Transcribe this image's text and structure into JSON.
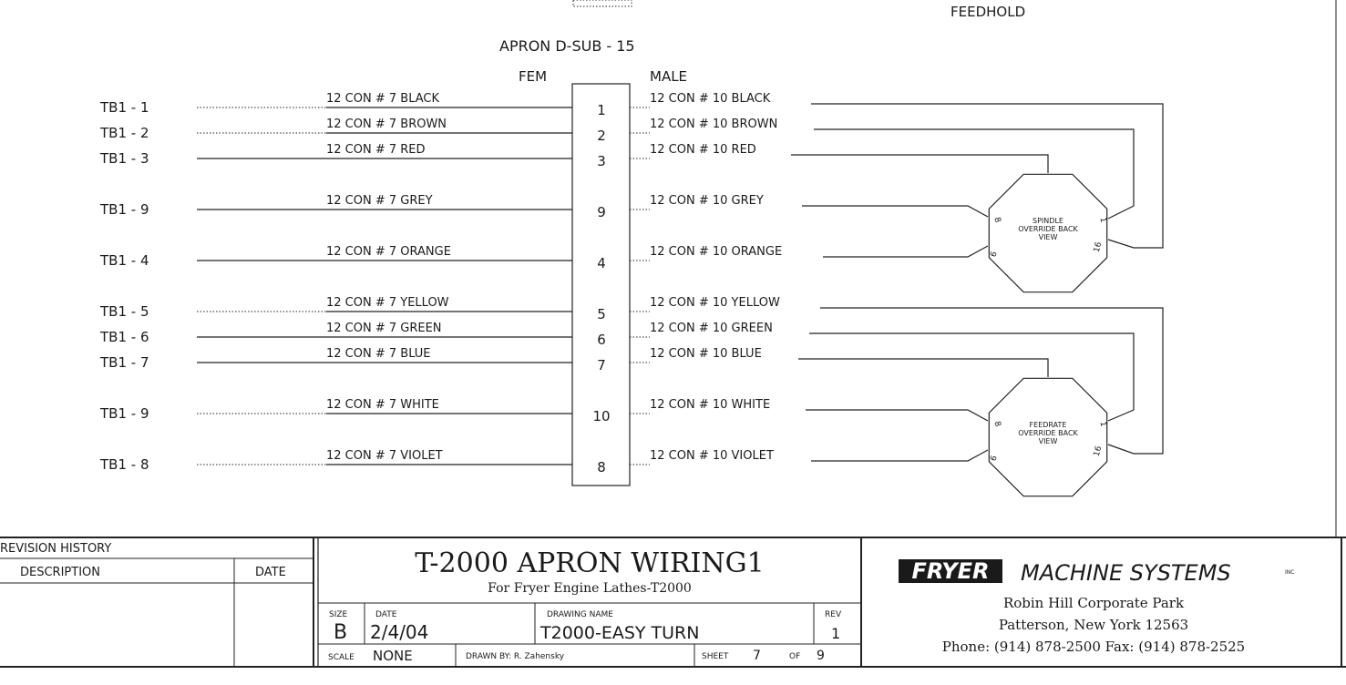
{
  "header": {
    "feedhold": "FEEDHOLD",
    "connector_title": "APRON D-SUB - 15",
    "fem_label": "FEM",
    "male_label": "MALE"
  },
  "wires": [
    {
      "tb": "TB1 - 1",
      "left": "12 CON # 7 BLACK",
      "pin": "1",
      "right": "12 CON # 10 BLACK"
    },
    {
      "tb": "TB1 - 2",
      "left": "12 CON # 7 BROWN",
      "pin": "2",
      "right": "12 CON # 10 BROWN"
    },
    {
      "tb": "TB1 - 3",
      "left": "12 CON # 7 RED",
      "pin": "3",
      "right": "12 CON # 10 RED"
    },
    {
      "tb": "TB1 - 9",
      "left": "12 CON # 7 GREY",
      "pin": "9",
      "right": "12 CON # 10 GREY"
    },
    {
      "tb": "TB1 - 4",
      "left": "12 CON # 7 ORANGE",
      "pin": "4",
      "right": "12 CON # 10 ORANGE"
    },
    {
      "tb": "TB1 - 5",
      "left": "12 CON # 7 YELLOW",
      "pin": "5",
      "right": "12 CON # 10 YELLOW"
    },
    {
      "tb": "TB1 - 6",
      "left": "12 CON # 7 GREEN",
      "pin": "6",
      "right": "12 CON # 10 GREEN"
    },
    {
      "tb": "TB1 - 7",
      "left": "12 CON # 7 BLUE",
      "pin": "7",
      "right": "12 CON # 10 BLUE"
    },
    {
      "tb": "TB1 - 9",
      "left": "12 CON # 7 WHITE",
      "pin": "10",
      "right": "12 CON # 10 WHITE"
    },
    {
      "tb": "TB1 - 8",
      "left": "12 CON # 7 VIOLET",
      "pin": "8",
      "right": "12 CON # 10 VIOLET"
    }
  ],
  "switches": [
    {
      "label_lines": [
        "SPINDLE",
        "OVERRIDE BACK",
        "VIEW"
      ],
      "pins": [
        "8",
        "6",
        "1",
        "16"
      ]
    },
    {
      "label_lines": [
        "FEEDRATE",
        "OVERRIDE BACK",
        "VIEW"
      ],
      "pins": [
        "8",
        "6",
        "1",
        "16"
      ]
    }
  ],
  "revision": {
    "title": "REVISION HISTORY",
    "description_header": "DESCRIPTION",
    "date_header": "DATE"
  },
  "titleblock": {
    "title": "T-2000  APRON  WIRING1",
    "subtitle": "For Fryer Engine Lathes-T2000",
    "size_label": "SIZE",
    "size": "B",
    "date_label": "DATE",
    "date": "2/4/04",
    "drawing_name_label": "DRAWING NAME",
    "drawing_name": "T2000-EASY TURN",
    "rev_label": "REV",
    "rev": "1",
    "scale_label": "SCALE",
    "scale": "NONE",
    "drawn_by": "DRAWN BY: R. Zahensky",
    "sheet_label": "SHEET",
    "sheet": "7",
    "of_label": "OF",
    "sheet_total": "9"
  },
  "company": {
    "logo_text": "FRYER",
    "name": "MACHINE SYSTEMS",
    "suffix": "INC",
    "address1": "Robin Hill Corporate Park",
    "address2": "Patterson, New York 12563",
    "phone": "Phone: (914) 878-2500 Fax: (914) 878-2525"
  }
}
